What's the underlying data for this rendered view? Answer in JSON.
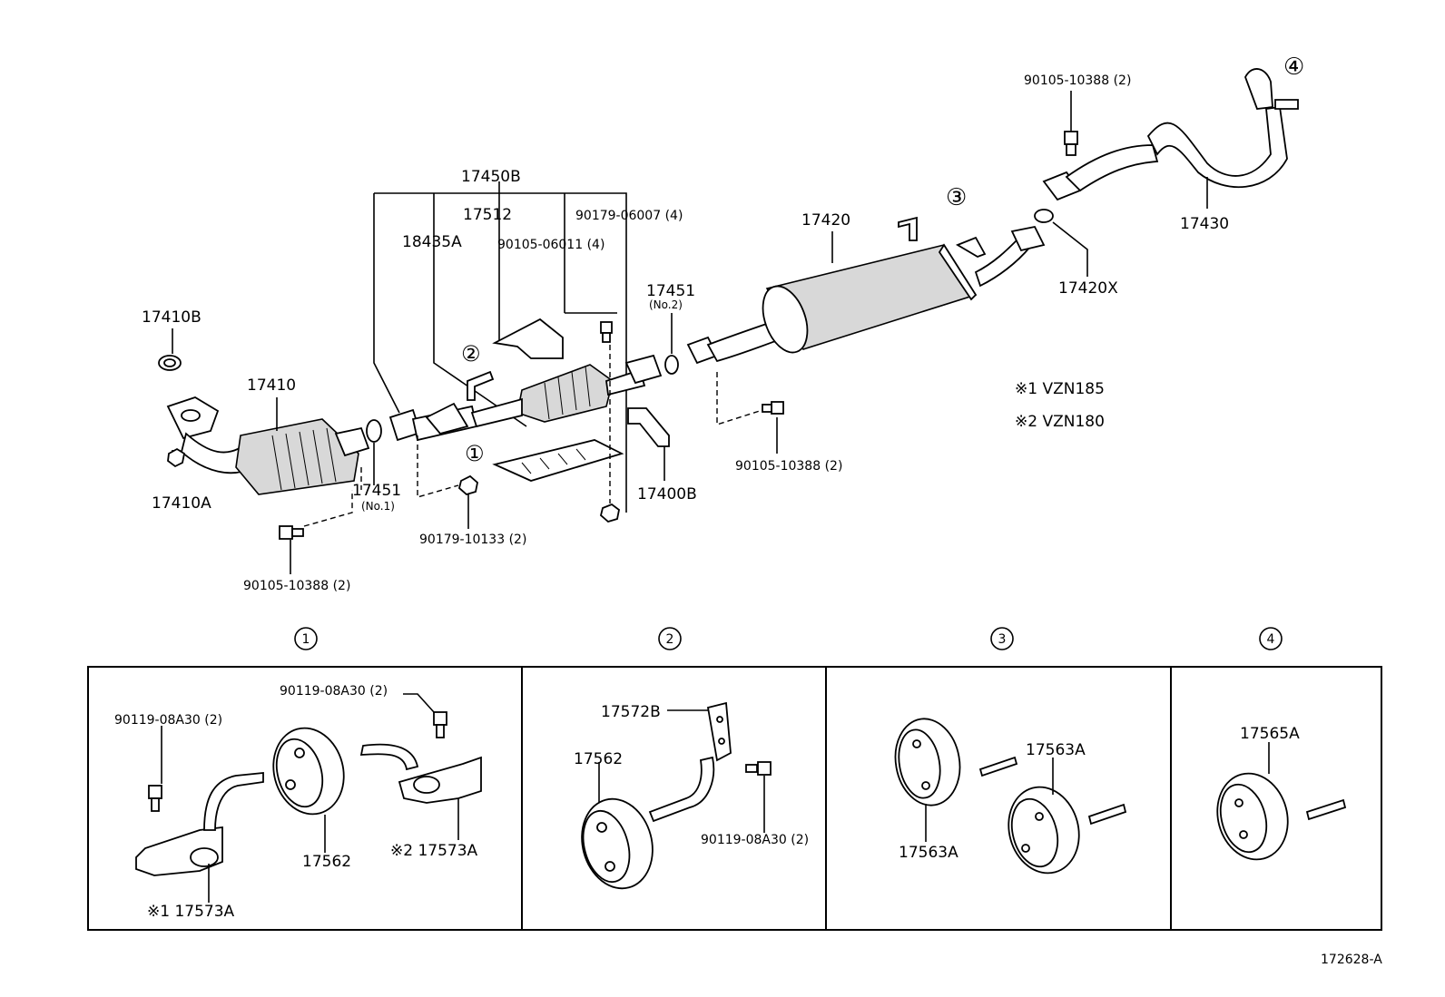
{
  "diagram": {
    "labels": {
      "p17450B": "17450B",
      "p17512": "17512",
      "p18435A": "18435A",
      "p90179_06007": "90179-06007 (4)",
      "p90105_06011": "90105-06011 (4)",
      "p17420": "17420",
      "p17430": "17430",
      "p90105_10388_top": "90105-10388 (2)",
      "p17420X": "17420X",
      "p17410B": "17410B",
      "p17410": "17410",
      "p17410A": "17410A",
      "p17451_no1": "17451",
      "no1": "(No.1)",
      "p17451_no2": "17451",
      "no2": "(No.2)",
      "p17400B": "17400B",
      "p90179_10133": "90179-10133 (2)",
      "p90105_10388_left": "90105-10388 (2)",
      "p90105_10388_mid": "90105-10388 (2)",
      "note1": "※1  VZN185",
      "note2": "※2  VZN180",
      "c1": "①",
      "c2": "②",
      "c3": "③",
      "c4": "④"
    },
    "detail_panels": {
      "heads": [
        "1",
        "2",
        "3",
        "4"
      ],
      "panel1": {
        "bolt_a": "90119-08A30 (2)",
        "bolt_b": "90119-08A30 (2)",
        "hanger": "17562",
        "bracket1": "※1 17573A",
        "bracket2": "※2  17573A"
      },
      "panel2": {
        "bracket": "17572B",
        "hanger": "17562",
        "bolt": "90119-08A30 (2)"
      },
      "panel3": {
        "hanger_a": "17563A",
        "hanger_b": "17563A"
      },
      "panel4": {
        "hanger": "17565A"
      }
    },
    "figure_id": "172628-A"
  }
}
